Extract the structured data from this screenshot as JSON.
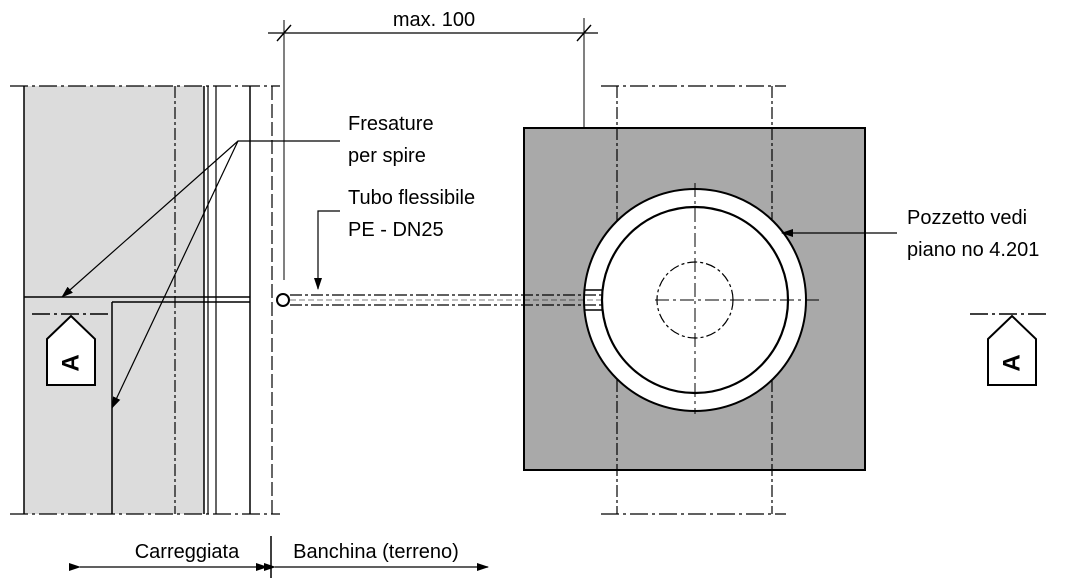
{
  "labels": {
    "dimension": "max. 100",
    "fresature_line1": "Fresature",
    "fresature_line2": "per spire",
    "tubo_line1": "Tubo flessibile",
    "tubo_line2": "PE - DN25",
    "pozzetto_line1": "Pozzetto vedi",
    "pozzetto_line2": "piano no 4.201",
    "carreggiata": "Carreggiata",
    "banchina": "Banchina (terreno)"
  },
  "section_markers": {
    "left": "A",
    "right": "A"
  },
  "colors": {
    "line": "#000000",
    "road_fill": "#dcdcdc",
    "block_fill": "#a9a9a9",
    "background": "#ffffff"
  }
}
